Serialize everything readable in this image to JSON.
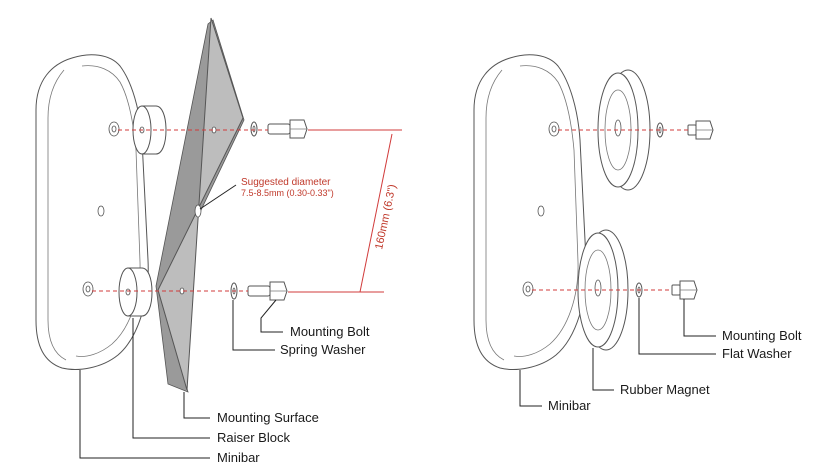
{
  "colors": {
    "centerline": "#d13b3b",
    "annotation": "#c0392b",
    "plate_fill": "#bdbdbd",
    "outline": "#555555"
  },
  "left_assembly": {
    "labels": {
      "mounting_bolt": "Mounting Bolt",
      "spring_washer": "Spring Washer",
      "mounting_surface": "Mounting Surface",
      "raiser_block": "Raiser Block",
      "minibar": "Minibar"
    },
    "note": {
      "title": "Suggested diameter",
      "value": "7.5-8.5mm (0.30-0.33\")"
    },
    "dimension": "160mm (6.3\")"
  },
  "right_assembly": {
    "labels": {
      "mounting_bolt": "Mounting Bolt",
      "flat_washer": "Flat Washer",
      "rubber_magnet": "Rubber Magnet",
      "minibar": "Minibar"
    }
  }
}
